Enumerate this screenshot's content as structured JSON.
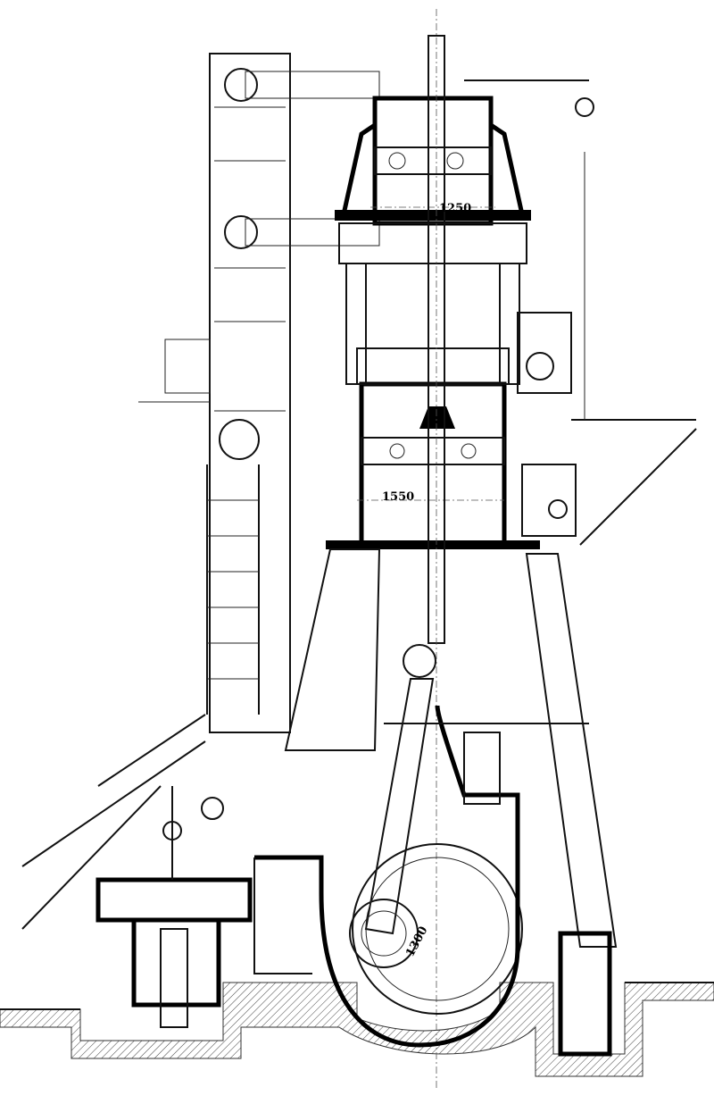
{
  "drawing": {
    "subject": "engine-sectional-elevation",
    "dimensions": {
      "upper_cylinder_bore": "1250",
      "lower_cylinder_bore": "1550",
      "crank_dimension": "1300"
    }
  }
}
